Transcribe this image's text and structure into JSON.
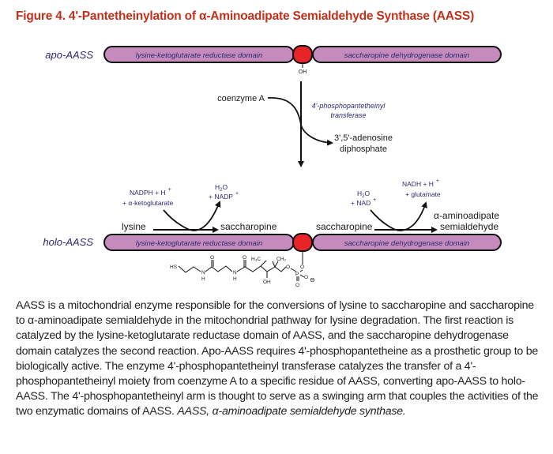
{
  "figure": {
    "title": "Figure 4. 4'-Pantetheinylation of α-Aminoadipate Semialdehyde Synthase (AASS)",
    "colors": {
      "title": "#c0311b",
      "domain_fill": "#c58bbd",
      "site_fill": "#e8242b",
      "label_navy": "#2b2a6e"
    },
    "apo": {
      "label": "apo-AASS",
      "domain1": "lysine-ketoglutarate reductase domain",
      "domain2": "saccharopine dehydrogenase domain",
      "site_group": "OH"
    },
    "transfer": {
      "substrate": "coenzyme A",
      "enzyme_line1": "4'-phosphopantetheinyl",
      "enzyme_line2": "transferase",
      "product_line1": "3',5'-adenosine",
      "product_line2": "diphosphate"
    },
    "holo": {
      "label": "holo-AASS",
      "domain1": "lysine-ketoglutarate reductase domain",
      "domain2": "saccharopine dehydrogenase domain",
      "reaction1": {
        "substrate": "lysine",
        "product": "saccharopine",
        "cofactor_in_line1": "NADPH + H",
        "cofactor_in_sup1": "+",
        "cofactor_in_line2": "+ α-ketoglutarate",
        "cofactor_out_line1": "H",
        "cofactor_out_sub1": "2",
        "cofactor_out_line1b": "O",
        "cofactor_out_line2": "+ NADP",
        "cofactor_out_sup2": "+"
      },
      "reaction2": {
        "substrate": "saccharopine",
        "product_line1": "α-aminoadipate",
        "product_line2": "semialdehyde",
        "cofactor_in_line1": "H",
        "cofactor_in_sub1": "2",
        "cofactor_in_line1b": "O",
        "cofactor_in_line2": "+ NAD",
        "cofactor_in_sup2": "+",
        "cofactor_out_line1": "NADH + H",
        "cofactor_out_sup1": "+",
        "cofactor_out_line2": "+ glutamate"
      },
      "arm_atoms": {
        "sh": "HS",
        "n1": "N",
        "h1": "H",
        "o1": "O",
        "n2": "N",
        "h2": "H",
        "o2": "O",
        "ch3a": "H₃C",
        "ch3b": "CH₃",
        "oh": "OH",
        "o3": "O",
        "p": "P",
        "o4": "O",
        "o5": "O",
        "o6": "O",
        "charge": "⊖"
      }
    }
  },
  "caption": {
    "body": "AASS is a mitochondrial enzyme responsible for the conversions of lysine to saccharopine and saccharopine to α-aminoadipate semialdehyde in the mitochondrial pathway for lysine degradation. The first reaction is catalyzed by the lysine-ketoglutarate reductase domain of AASS, and the saccharopine dehydrogenase domain catalyzes the second reaction. Apo-AASS requires 4'-phosphopantetheine as a prosthetic group to be biologically active. The enzyme 4'-phosphopantetheinyl transferase catalyzes the transfer of a 4'-phosphopantetheinyl moiety from coenzyme A to a specific residue of AASS, converting apo-AASS to holo-AASS. The 4'-phosphopantetheinyl arm is thought to serve as a swinging arm that couples the activities of the two enzymatic domains of AASS.",
    "abbrev": "AASS, α-aminoadipate semialdehyde synthase."
  }
}
